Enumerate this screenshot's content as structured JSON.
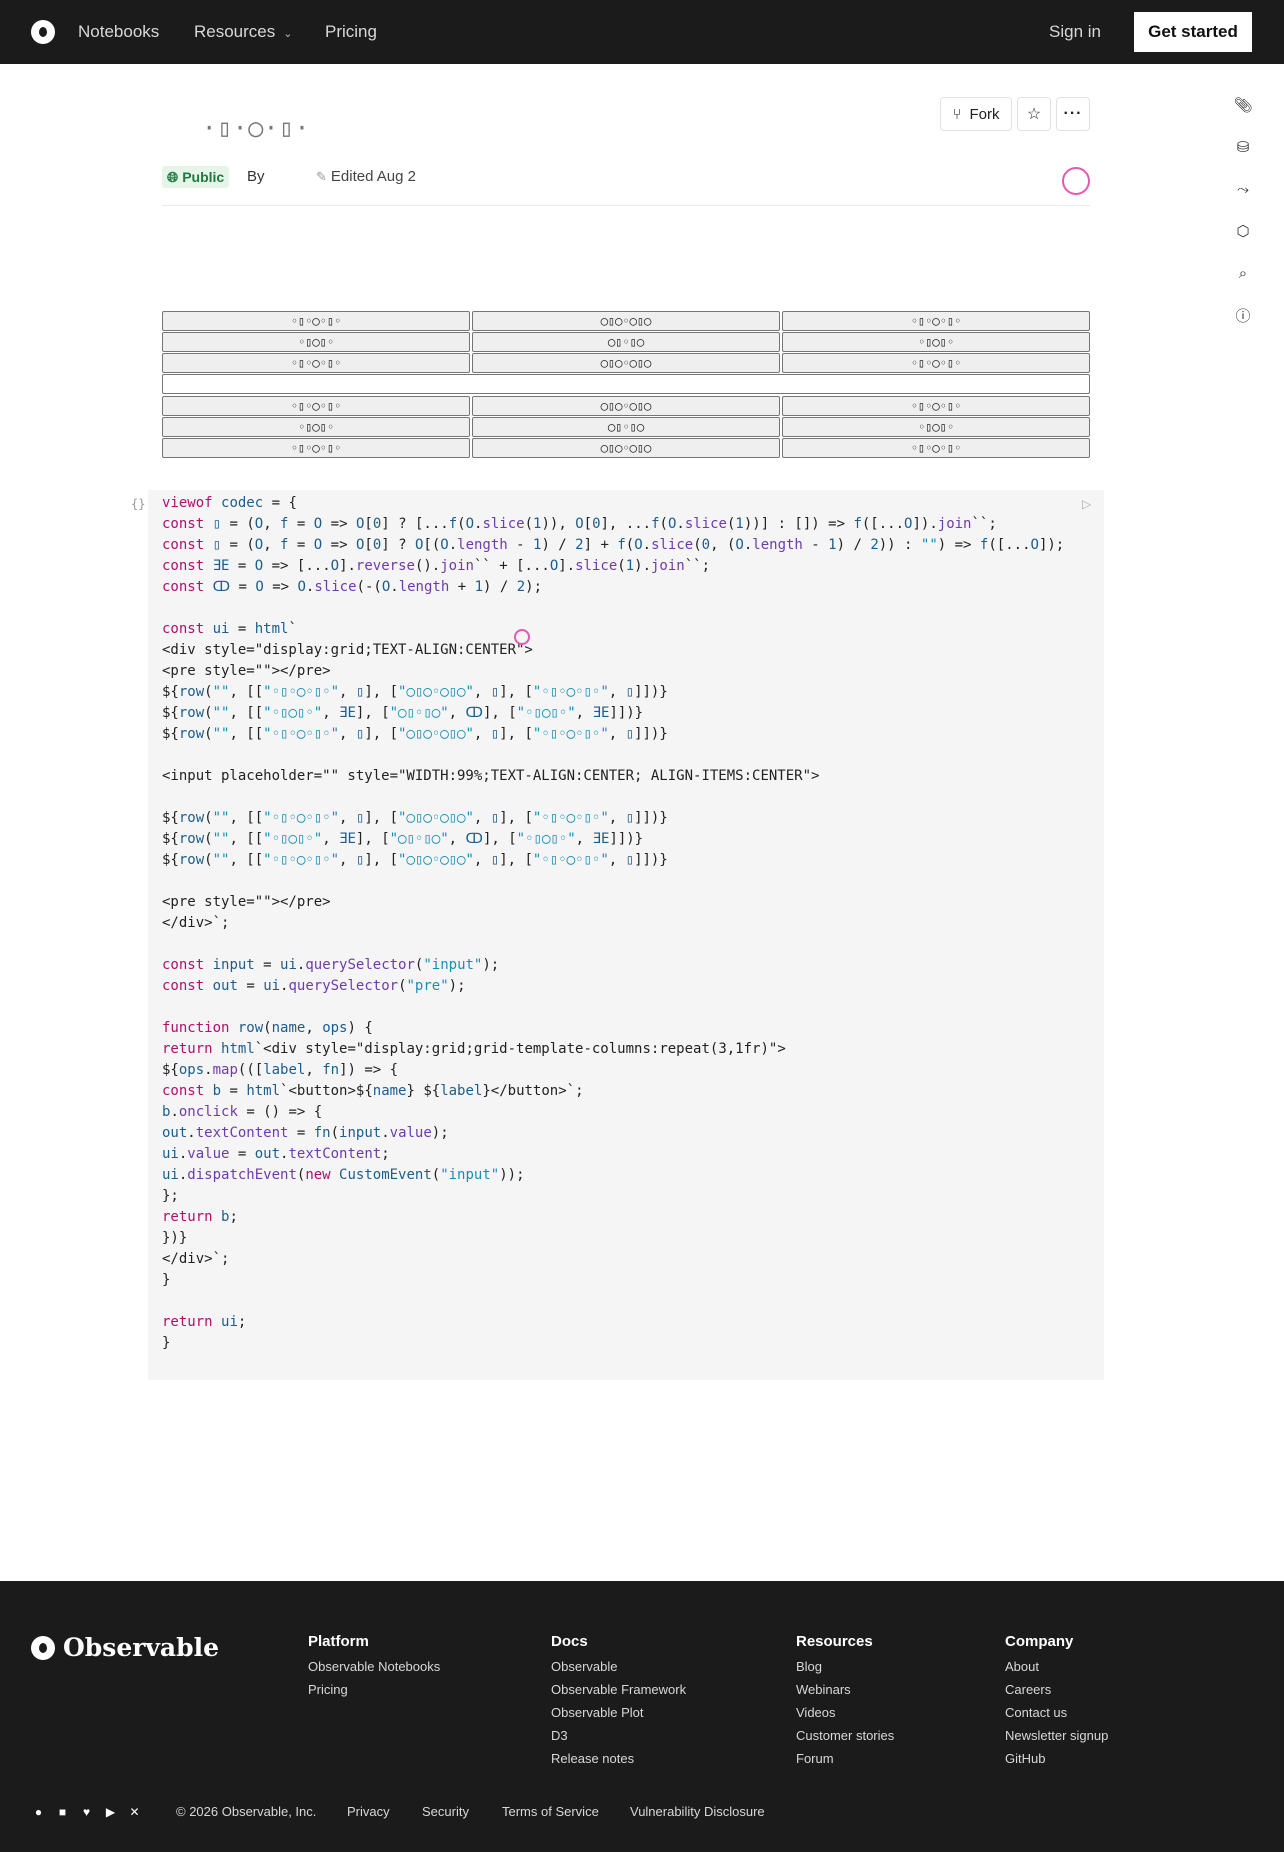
{
  "nav": {
    "notebooks": "Notebooks",
    "resources": "Resources",
    "pricing": "Pricing",
    "sign_in": "Sign in",
    "get_started": "Get started"
  },
  "header": {
    "title": "·▯·◯·▯·",
    "fork": "Fork",
    "visibility": "Public",
    "by": "By",
    "edited": "Edited Aug 2"
  },
  "grid": {
    "rows": [
      [
        "◦▯◦◯◦▯◦",
        "◯▯◯◦◯▯◯",
        "◦▯◦◯◦▯◦"
      ],
      [
        "◦▯◯▯◦",
        "◯▯◦▯◯",
        "◦▯◯▯◦"
      ],
      [
        "◦▯◦◯◦▯◦",
        "◯▯◯◦◯▯◯",
        "◦▯◦◯◦▯◦"
      ],
      [
        "◦▯◦◯◦▯◦",
        "◯▯◯◦◯▯◯",
        "◦▯◦◯◦▯◦"
      ],
      [
        "◦▯◯▯◦",
        "◯▯◦▯◯",
        "◦▯◯▯◦"
      ],
      [
        "◦▯◦◯◦▯◦",
        "◯▯◯◦◯▯◯",
        "◦▯◦◯◦▯◦"
      ]
    ],
    "input_placeholder": ""
  },
  "footer": {
    "brand": "Observable",
    "columns": [
      {
        "title": "Platform",
        "links": [
          "Observable Notebooks",
          "Pricing"
        ]
      },
      {
        "title": "Docs",
        "links": [
          "Observable",
          "Observable Framework",
          "Observable Plot",
          "D3",
          "Release notes"
        ]
      },
      {
        "title": "Resources",
        "links": [
          "Blog",
          "Webinars",
          "Videos",
          "Customer stories",
          "Forum"
        ]
      },
      {
        "title": "Company",
        "links": [
          "About",
          "Careers",
          "Contact us",
          "Newsletter signup",
          "GitHub"
        ]
      }
    ],
    "copyright": "© 2026 Observable, Inc.",
    "legal": [
      "Privacy",
      "Security",
      "Terms of Service",
      "Vulnerability Disclosure"
    ]
  }
}
